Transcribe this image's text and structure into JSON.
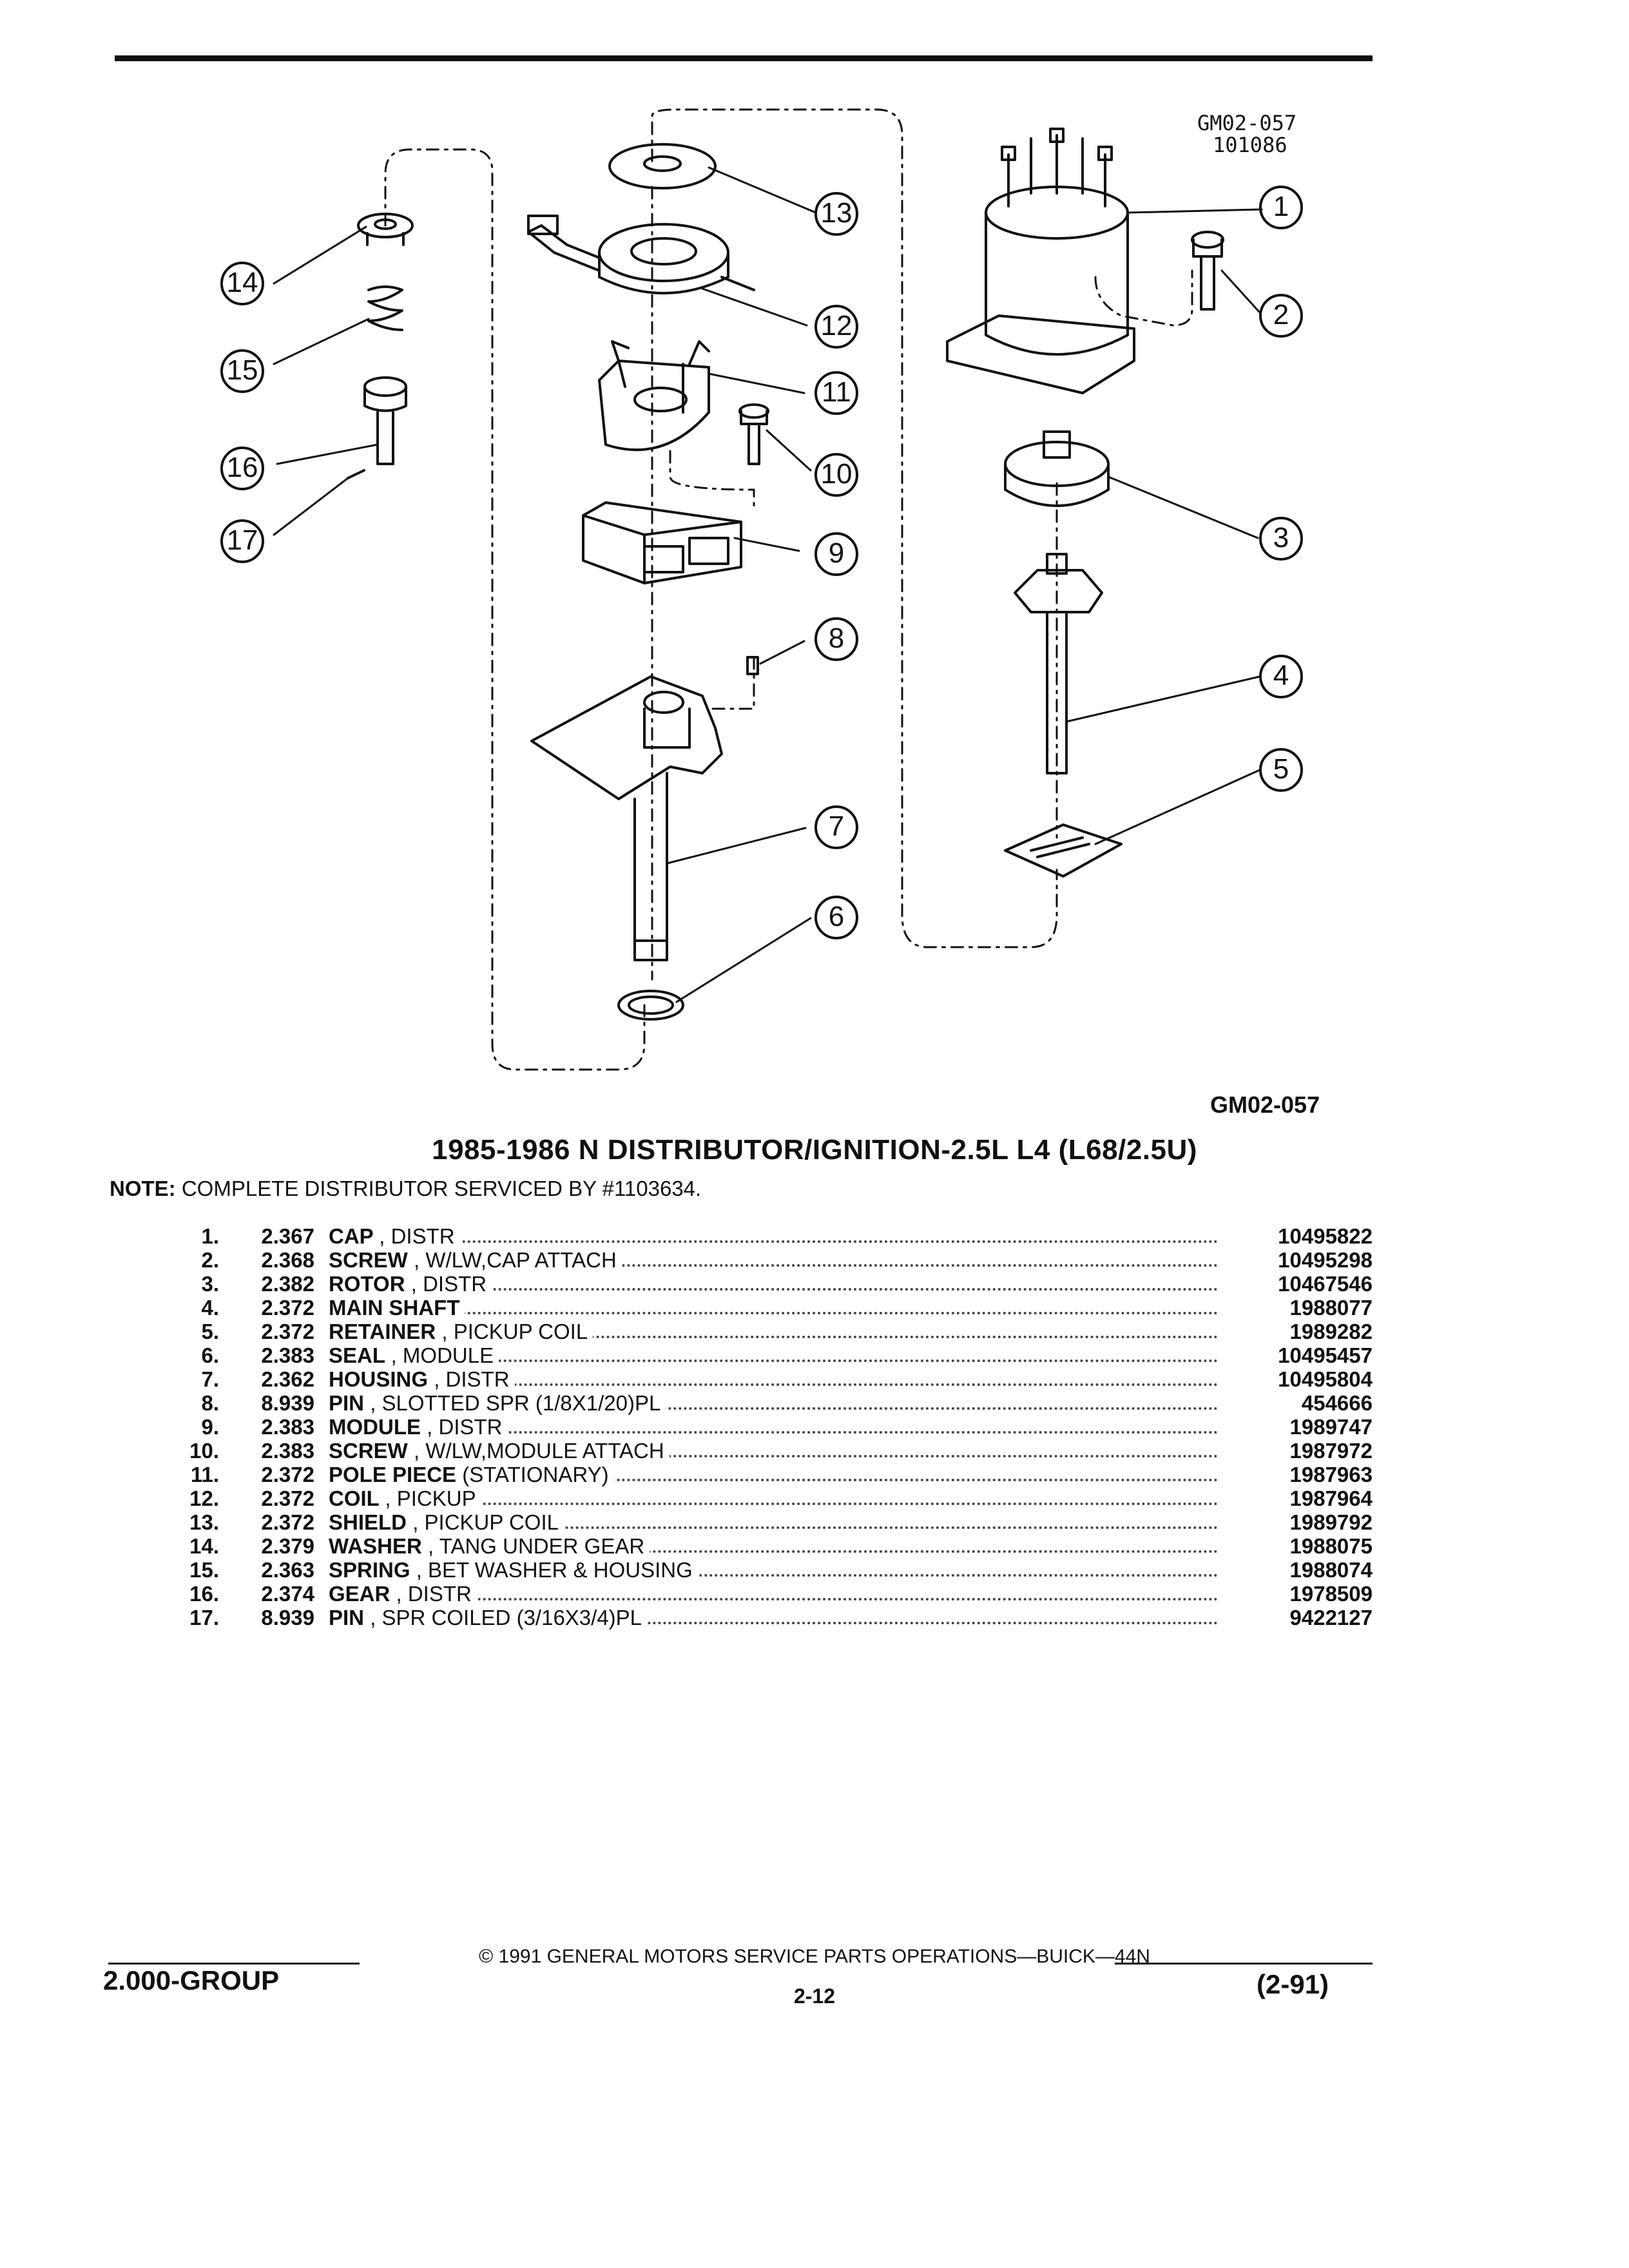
{
  "figure": {
    "id_line1": "GM02-057",
    "id_line2": "101086",
    "ref_code": "GM02-057",
    "callouts": [
      "1",
      "2",
      "3",
      "4",
      "5",
      "6",
      "7",
      "8",
      "9",
      "10",
      "11",
      "12",
      "13",
      "14",
      "15",
      "16",
      "17"
    ]
  },
  "title": "1985-1986 N DISTRIBUTOR/IGNITION-2.5L L4 (L68/2.5U)",
  "note": {
    "label": "NOTE:",
    "text": "COMPLETE DISTRIBUTOR SERVICED BY #1103634."
  },
  "parts": [
    {
      "num": "1.",
      "code": "2.367",
      "name": "CAP",
      "desc": ", DISTR",
      "part": "10495822"
    },
    {
      "num": "2.",
      "code": "2.368",
      "name": "SCREW",
      "desc": ", W/LW,CAP ATTACH",
      "part": "10495298"
    },
    {
      "num": "3.",
      "code": "2.382",
      "name": "ROTOR",
      "desc": ", DISTR",
      "part": "10467546"
    },
    {
      "num": "4.",
      "code": "2.372",
      "name": "MAIN SHAFT",
      "desc": "",
      "part": "1988077"
    },
    {
      "num": "5.",
      "code": "2.372",
      "name": "RETAINER",
      "desc": ", PICKUP COIL",
      "part": "1989282"
    },
    {
      "num": "6.",
      "code": "2.383",
      "name": "SEAL",
      "desc": ", MODULE",
      "part": "10495457"
    },
    {
      "num": "7.",
      "code": "2.362",
      "name": "HOUSING",
      "desc": ", DISTR",
      "part": "10495804"
    },
    {
      "num": "8.",
      "code": "8.939",
      "name": "PIN",
      "desc": ", SLOTTED SPR (1/8X1/20)PL",
      "part": "454666"
    },
    {
      "num": "9.",
      "code": "2.383",
      "name": "MODULE",
      "desc": ", DISTR",
      "part": "1989747"
    },
    {
      "num": "10.",
      "code": "2.383",
      "name": "SCREW",
      "desc": ", W/LW,MODULE ATTACH",
      "part": "1987972"
    },
    {
      "num": "11.",
      "code": "2.372",
      "name": "POLE PIECE",
      "desc": "(STATIONARY)",
      "part": "1987963"
    },
    {
      "num": "12.",
      "code": "2.372",
      "name": "COIL",
      "desc": ", PICKUP",
      "part": "1987964"
    },
    {
      "num": "13.",
      "code": "2.372",
      "name": "SHIELD",
      "desc": ", PICKUP COIL",
      "part": "1989792"
    },
    {
      "num": "14.",
      "code": "2.379",
      "name": "WASHER",
      "desc": ", TANG UNDER GEAR",
      "part": "1988075"
    },
    {
      "num": "15.",
      "code": "2.363",
      "name": "SPRING",
      "desc": ", BET WASHER & HOUSING",
      "part": "1988074"
    },
    {
      "num": "16.",
      "code": "2.374",
      "name": "GEAR",
      "desc": ", DISTR",
      "part": "1978509"
    },
    {
      "num": "17.",
      "code": "8.939",
      "name": "PIN",
      "desc": ", SPR COILED (3/16X3/4)PL",
      "part": "9422127"
    }
  ],
  "footer": {
    "group": "2.000-GROUP",
    "copyright": "© 1991 GENERAL MOTORS SERVICE PARTS OPERATIONS—BUICK—44N",
    "page": "2-12",
    "date": "(2-91)"
  }
}
